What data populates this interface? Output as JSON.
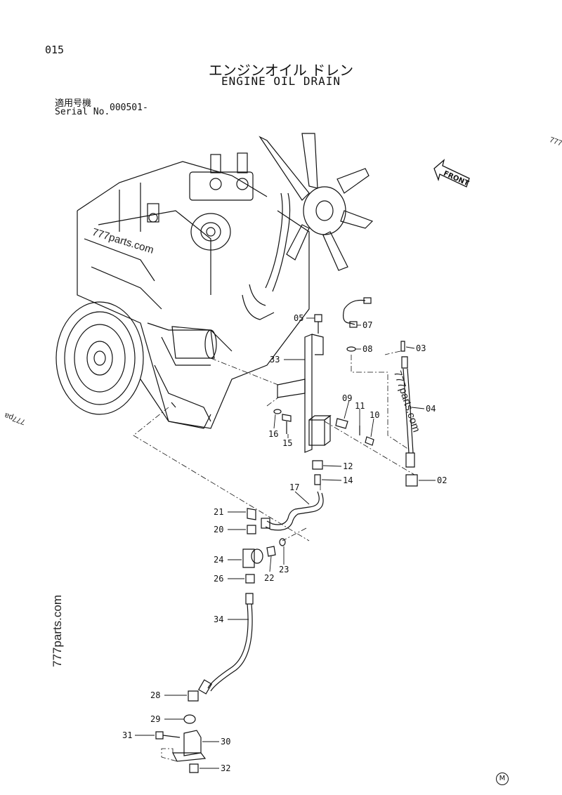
{
  "header": {
    "page_number": "015",
    "title_japanese": "エンジンオイル ドレン",
    "title_english": "ENGINE OIL DRAIN",
    "serial_label_japanese": "適用号機",
    "serial_label_english": "Serial No.",
    "serial_value": "000501-"
  },
  "diagram": {
    "front_arrow_label": "FRONT",
    "callouts": [
      "05",
      "07",
      "08",
      "03",
      "33",
      "04",
      "09",
      "11",
      "10",
      "16",
      "15",
      "12",
      "14",
      "02",
      "17",
      "21",
      "20",
      "24",
      "26",
      "23",
      "22",
      "34",
      "28",
      "29",
      "31",
      "30",
      "32"
    ]
  },
  "watermarks": {
    "text_main": "777parts.com",
    "text_side": "777parts.com",
    "text_left": "777parts.com",
    "text_fragment_right": "777",
    "text_fragment_left": "777pa"
  },
  "footer": {
    "mark": "M"
  }
}
